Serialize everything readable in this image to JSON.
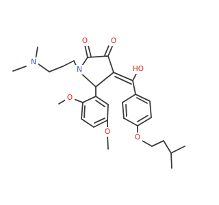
{
  "colors": {
    "bond": "#3a3a3a",
    "nitrogen": "#3b4fb8",
    "oxygen": "#e0241b"
  },
  "atoms": {
    "n_amine": "N",
    "n_ring": "N",
    "o_ketone_left": "O",
    "o_ketone_right": "O",
    "o_hydroxyl": "HO",
    "o_methoxy_upper": "O",
    "o_methoxy_lower": "O",
    "o_isobutoxy": "O"
  }
}
